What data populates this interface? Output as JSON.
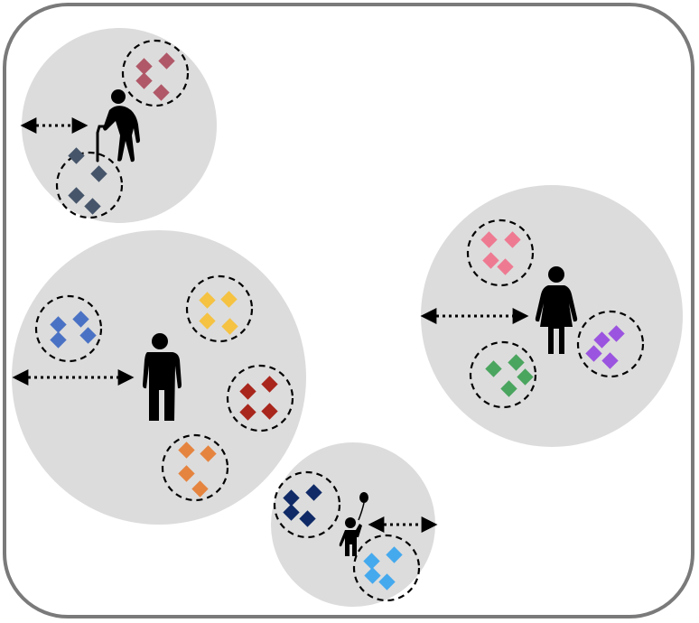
{
  "colors": {
    "frame": "#7a7a7a",
    "circle_fill": "#dcdcdc",
    "cluster_ring": "#000000",
    "figure": "#000000"
  },
  "groups": [
    {
      "id": "elderly",
      "figure_icon": "elderly-person-with-cane-icon",
      "clusters": [
        {
          "id": "elderly-cluster-top",
          "color": "#b05868"
        },
        {
          "id": "elderly-cluster-bottom",
          "color": "#46556a"
        }
      ]
    },
    {
      "id": "man",
      "figure_icon": "man-icon",
      "clusters": [
        {
          "id": "man-cluster-blue",
          "color": "#4a72c4"
        },
        {
          "id": "man-cluster-yellow",
          "color": "#f5c242"
        },
        {
          "id": "man-cluster-red",
          "color": "#a8261c"
        },
        {
          "id": "man-cluster-orange",
          "color": "#e5843f"
        }
      ]
    },
    {
      "id": "woman",
      "figure_icon": "woman-icon",
      "clusters": [
        {
          "id": "woman-cluster-pink",
          "color": "#ee7a92"
        },
        {
          "id": "woman-cluster-purple",
          "color": "#9b54df"
        },
        {
          "id": "woman-cluster-green",
          "color": "#4aa55e"
        }
      ]
    },
    {
      "id": "child",
      "figure_icon": "child-with-balloon-icon",
      "clusters": [
        {
          "id": "child-cluster-navy",
          "color": "#0f2a66"
        },
        {
          "id": "child-cluster-lightblue",
          "color": "#45a9ee"
        }
      ]
    }
  ]
}
